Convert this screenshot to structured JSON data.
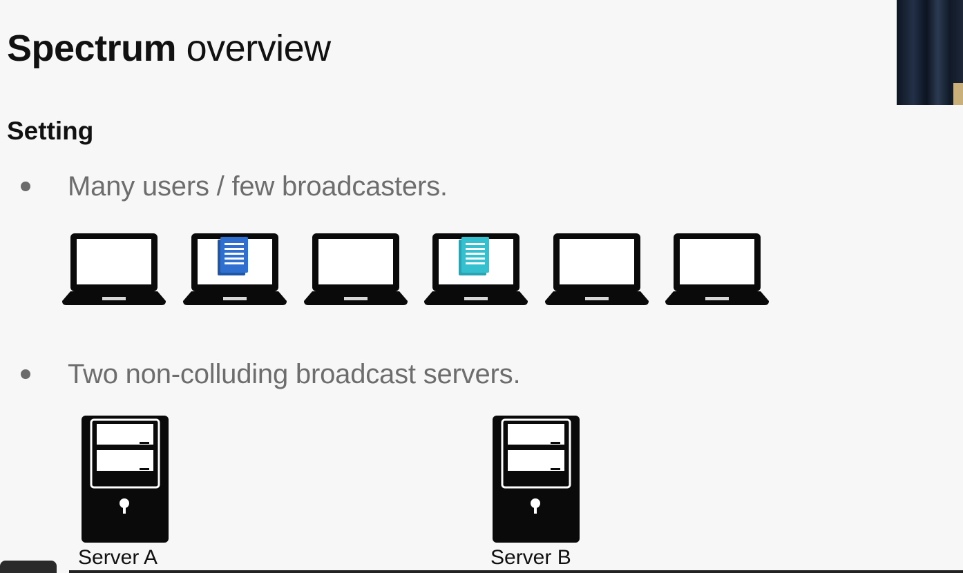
{
  "slide": {
    "title_bold": "Spectrum",
    "title_rest": " overview",
    "section_heading": "Setting",
    "bullets": [
      "Many users / few broadcasters.",
      "Two non-colluding broadcast servers."
    ]
  },
  "laptops": [
    {
      "doc": null
    },
    {
      "doc": "blue-document"
    },
    {
      "doc": null
    },
    {
      "doc": "teal-document"
    },
    {
      "doc": null
    },
    {
      "doc": null
    }
  ],
  "servers": [
    {
      "label": "Server A"
    },
    {
      "label": "Server B"
    }
  ],
  "colors": {
    "blue_document": "#2f6fcf",
    "teal_document": "#35c0d0",
    "bullet_text": "#6d6d6d",
    "icon_fill": "#0a0a0a"
  },
  "icons": {
    "laptop": "laptop-icon",
    "server": "server-icon",
    "document": "document-icon"
  }
}
